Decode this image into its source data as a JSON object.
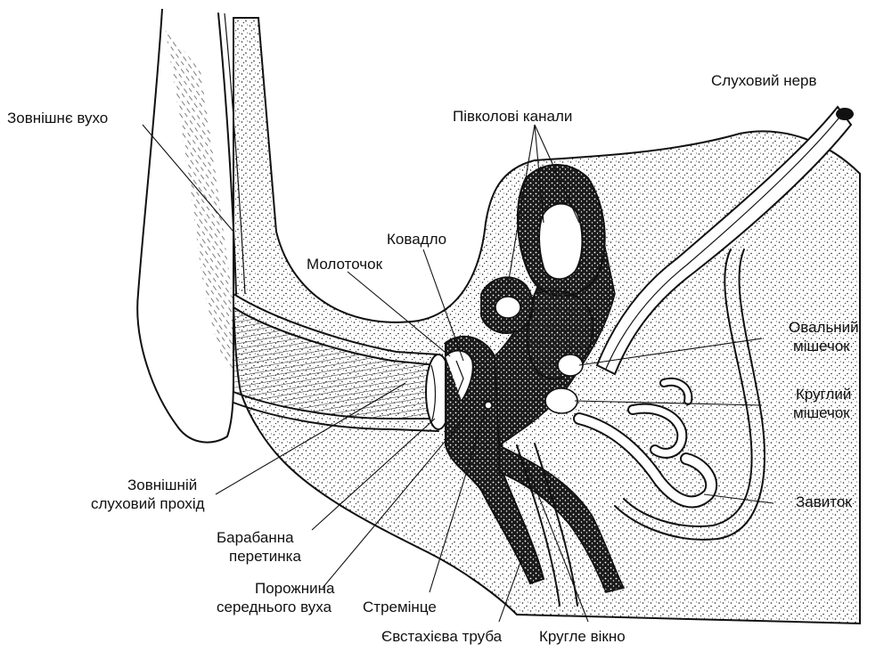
{
  "labels": {
    "auditory_nerve": "Слуховий нерв",
    "outer_ear": "Зовнішнє вухо",
    "semicircular_canals": "Півколові канали",
    "incus": "Ковадло",
    "malleus": "Молоточок",
    "utricle_line1": "Овальний",
    "utricle_line2": "мішечок",
    "saccule_line1": "Круглий",
    "saccule_line2": "мішечок",
    "cochlea": "Завиток",
    "ear_canal_line1": "Зовнішній",
    "ear_canal_line2": "слуховий прохід",
    "eardrum_line1": "Барабанна",
    "eardrum_line2": "перетинка",
    "middle_ear_line1": "Порожнина",
    "middle_ear_line2": "середнього вуха",
    "stapes": "Стремінце",
    "eustachian_tube": "Євстахієва труба",
    "round_window": "Кругле вікно"
  },
  "colors": {
    "ink": "#111111",
    "background": "#ffffff",
    "stipple": "#222222"
  }
}
